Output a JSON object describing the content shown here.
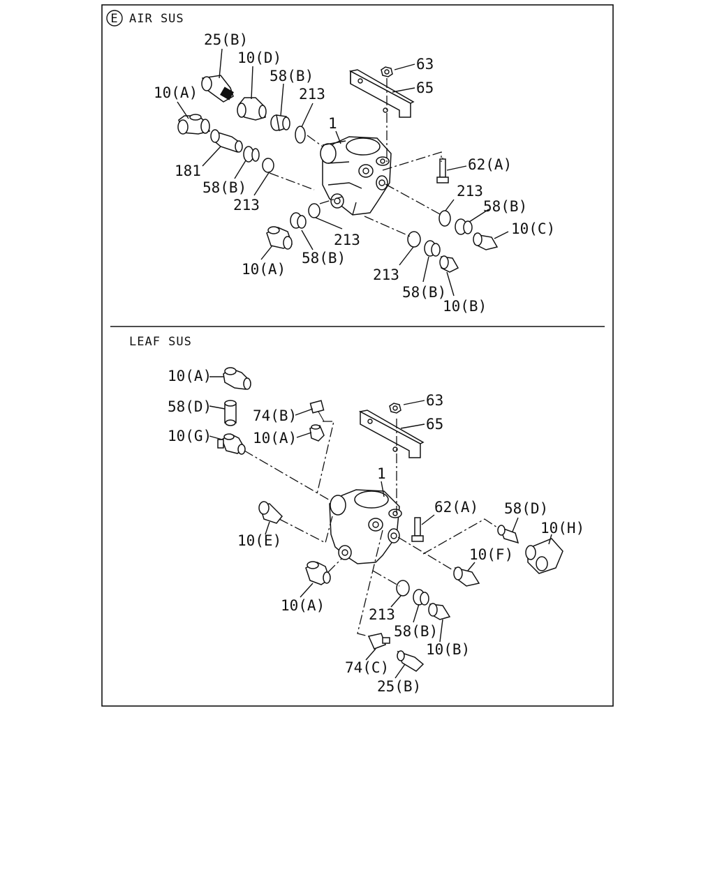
{
  "sections": {
    "air": {
      "marker": "E",
      "title": "AIR SUS",
      "labels": {
        "l25b": "25(B)",
        "l10d": "10(D)",
        "l63": "63",
        "l65": "65",
        "l58b_top": "58(B)",
        "l213_top": "213",
        "l10a_left": "10(A)",
        "l1": "1",
        "l62a": "62(A)",
        "l181": "181",
        "l58b_left": "58(B)",
        "l213_left": "213",
        "l213_right": "213",
        "l58b_right": "58(B)",
        "l10c": "10(C)",
        "l213_mid": "213",
        "l10a_bottom": "10(A)",
        "l58b_mid": "58(B)",
        "l213_low": "213",
        "l58b_low": "58(B)",
        "l10b": "10(B)"
      }
    },
    "leaf": {
      "title": "LEAF SUS",
      "labels": {
        "l10a_top": "10(A)",
        "l63": "63",
        "l58d_left": "58(D)",
        "l74b": "74(B)",
        "l65": "65",
        "l10a_mid": "10(A)",
        "l10g": "10(G)",
        "l1": "1",
        "l62a": "62(A)",
        "l58d_right": "58(D)",
        "l10h": "10(H)",
        "l10e": "10(E)",
        "l10f": "10(F)",
        "l10a_bottom": "10(A)",
        "l213": "213",
        "l58b": "58(B)",
        "l10b": "10(B)",
        "l74c": "74(C)",
        "l25b": "25(B)"
      }
    }
  }
}
